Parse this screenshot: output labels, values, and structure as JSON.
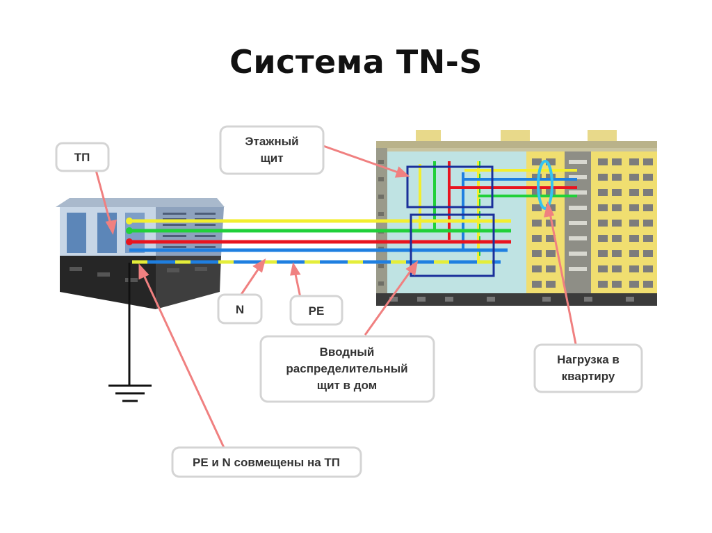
{
  "title": "Система TN-S",
  "labels": {
    "tp": "ТП",
    "floor_panel": [
      "Этажный",
      "щит"
    ],
    "n": "N",
    "pe": "PE",
    "input_panel": [
      "Вводный",
      "распределительный",
      "щит в дом"
    ],
    "load": [
      "Нагрузка в",
      "квартиру"
    ],
    "pe_n_combined": "PE и N совмещены на ТП"
  },
  "colors": {
    "phase_yellow": "#f3ee2e",
    "phase_green": "#21d03a",
    "phase_red": "#e8141f",
    "neutral_blue": "#1f7fe0",
    "pe_yellow_green": "#b8e05a",
    "panel_blue": "#1a2f9a",
    "arrow": "#f08080",
    "loop": "#35c4f0"
  }
}
